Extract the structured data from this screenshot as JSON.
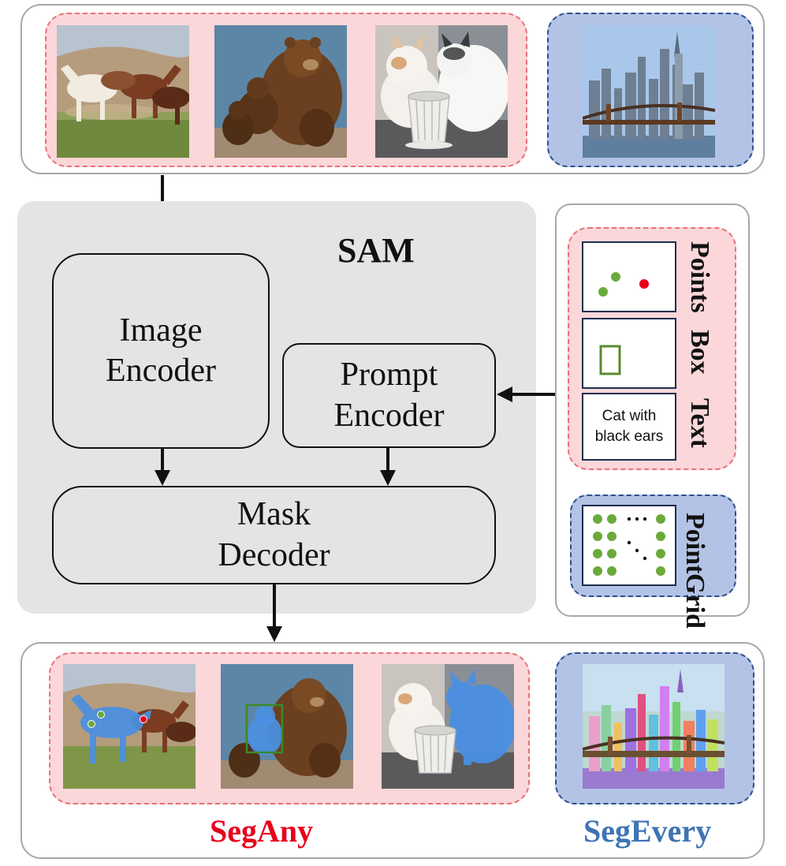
{
  "sam_title": "SAM",
  "blocks": {
    "image_encoder": [
      "Image",
      "Encoder"
    ],
    "prompt_encoder": [
      "Prompt",
      "Encoder"
    ],
    "mask_decoder": [
      "Mask",
      "Decoder"
    ]
  },
  "prompts": {
    "points": "Points",
    "box": "Box",
    "text": "Text",
    "text_example": [
      "Cat with",
      "black ears"
    ],
    "point_grid": [
      "Point",
      "Grid"
    ]
  },
  "outputs": {
    "seg_any": "SegAny",
    "seg_every": "SegEvery"
  },
  "colors": {
    "seg_any": "#e8001c",
    "seg_every": "#3f74b5",
    "point_green": "#6aaa3a",
    "point_red": "#e8001c",
    "mask_blue": "#4a90e2"
  },
  "images": {
    "input": [
      "horses-photo",
      "bears-photo",
      "cats-photo",
      "city-skyline-photo"
    ],
    "output": [
      "horses-segmented",
      "bears-segmented",
      "cats-segmented",
      "city-segmented"
    ]
  }
}
